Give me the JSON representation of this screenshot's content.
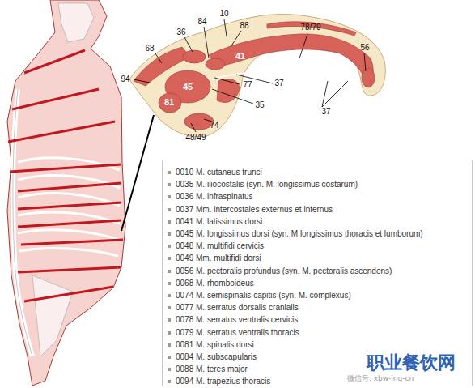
{
  "diagram": {
    "labels": [
      "10",
      "84",
      "36",
      "88",
      "78/79",
      "56",
      "68",
      "41",
      "94",
      "45",
      "77",
      "37",
      "37",
      "81",
      "35",
      "74",
      "48/49",
      "职业餐饮网",
      "微信号: xbw-ing-cn"
    ],
    "legend": [
      {
        "text": "0010 M. cutaneus trunci"
      },
      {
        "text": "0035 M. iliocostalis (syn. M. longissimus costarum)"
      },
      {
        "text": "0036 M. infraspinatus"
      },
      {
        "text": "0037 Mm. intercostales externus et internus"
      },
      {
        "text": "0041 M. latissimus dorsi"
      },
      {
        "text": "0045 M. longissimus dorsi (syn. M longissimus thoracis et lumborum)"
      },
      {
        "text": "0048 M. multifidi cervicis"
      },
      {
        "text": "0049 Mm. multifidi dorsi"
      },
      {
        "text": "0056 M. pectoralis profundus (syn. M. pectoralis ascendens)"
      },
      {
        "text": "0068 M. rhomboideus"
      },
      {
        "text": "0074 M. semispinalis capitis (syn. M. complexus)"
      },
      {
        "text": "0077 M. serratus dorsalis cranialis"
      },
      {
        "text": "0078 M. serratus ventralis cervicis"
      },
      {
        "text": "0079 M. serratus ventralis thoracis"
      },
      {
        "text": "0081 M. spinalis dorsi"
      },
      {
        "text": "0084 M. subscapularis"
      },
      {
        "text": "0088 M. teres major"
      },
      {
        "text": "0094 M. trapezius thoracis"
      }
    ]
  }
}
